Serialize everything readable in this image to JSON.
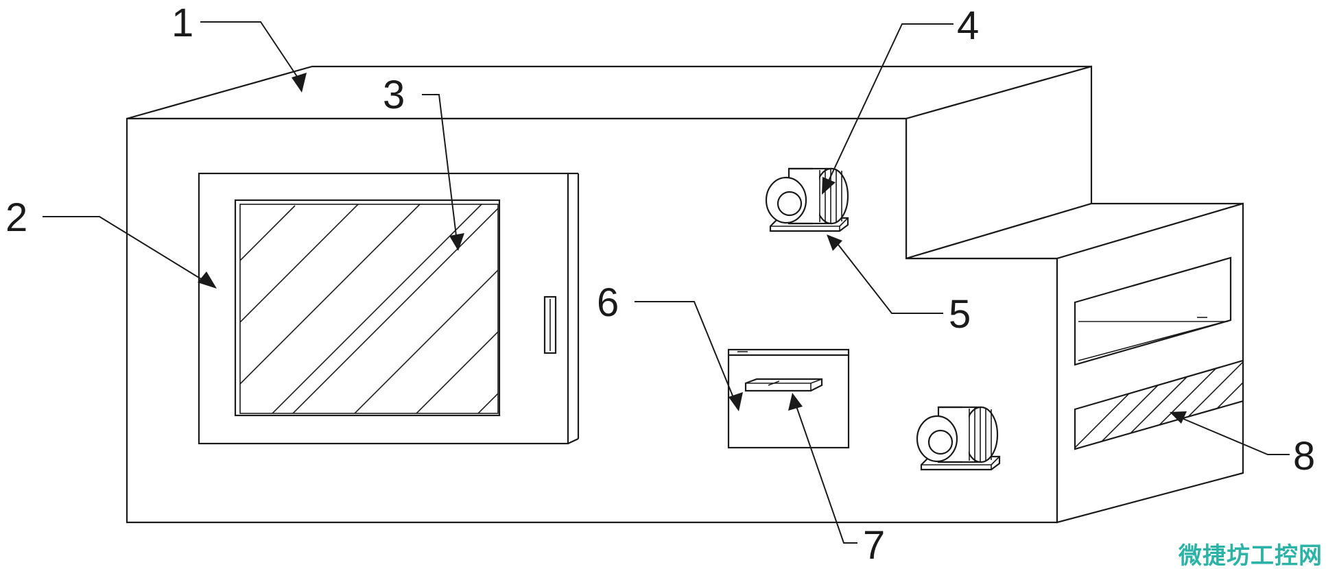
{
  "diagram": {
    "callouts": [
      {
        "id": "1",
        "label": "1"
      },
      {
        "id": "2",
        "label": "2"
      },
      {
        "id": "3",
        "label": "3"
      },
      {
        "id": "4",
        "label": "4"
      },
      {
        "id": "5",
        "label": "5"
      },
      {
        "id": "6",
        "label": "6"
      },
      {
        "id": "7",
        "label": "7"
      },
      {
        "id": "8",
        "label": "8"
      }
    ],
    "watermark": "微捷坊工控网"
  }
}
